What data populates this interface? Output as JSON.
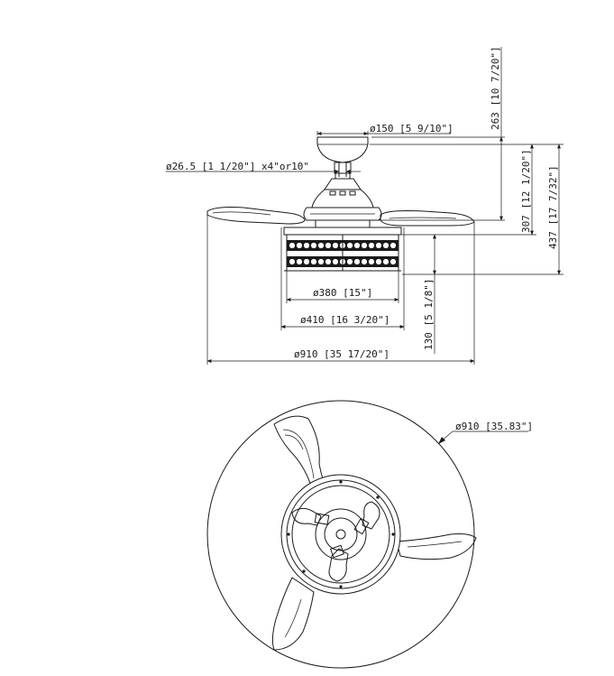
{
  "side_view": {
    "canopy_diameter": "ø150 [5 9/10\"]",
    "downrod": "ø26.5 [1 1/20\"] x4\"or10\"",
    "dim_263": "263 [10 7/20\"]",
    "dim_307": "307 [12 1/20\"]",
    "dim_437": "437 [17 7/32\"]",
    "inner_diameter": "ø380 [15\"]",
    "light_diameter": "ø410 [16 3/20\"]",
    "dim_130": "130 [5 1/8\"]",
    "span_diameter": "ø910 [35 17/20\"]"
  },
  "bottom_view": {
    "sweep_diameter": "ø910 [35.83\"]"
  }
}
